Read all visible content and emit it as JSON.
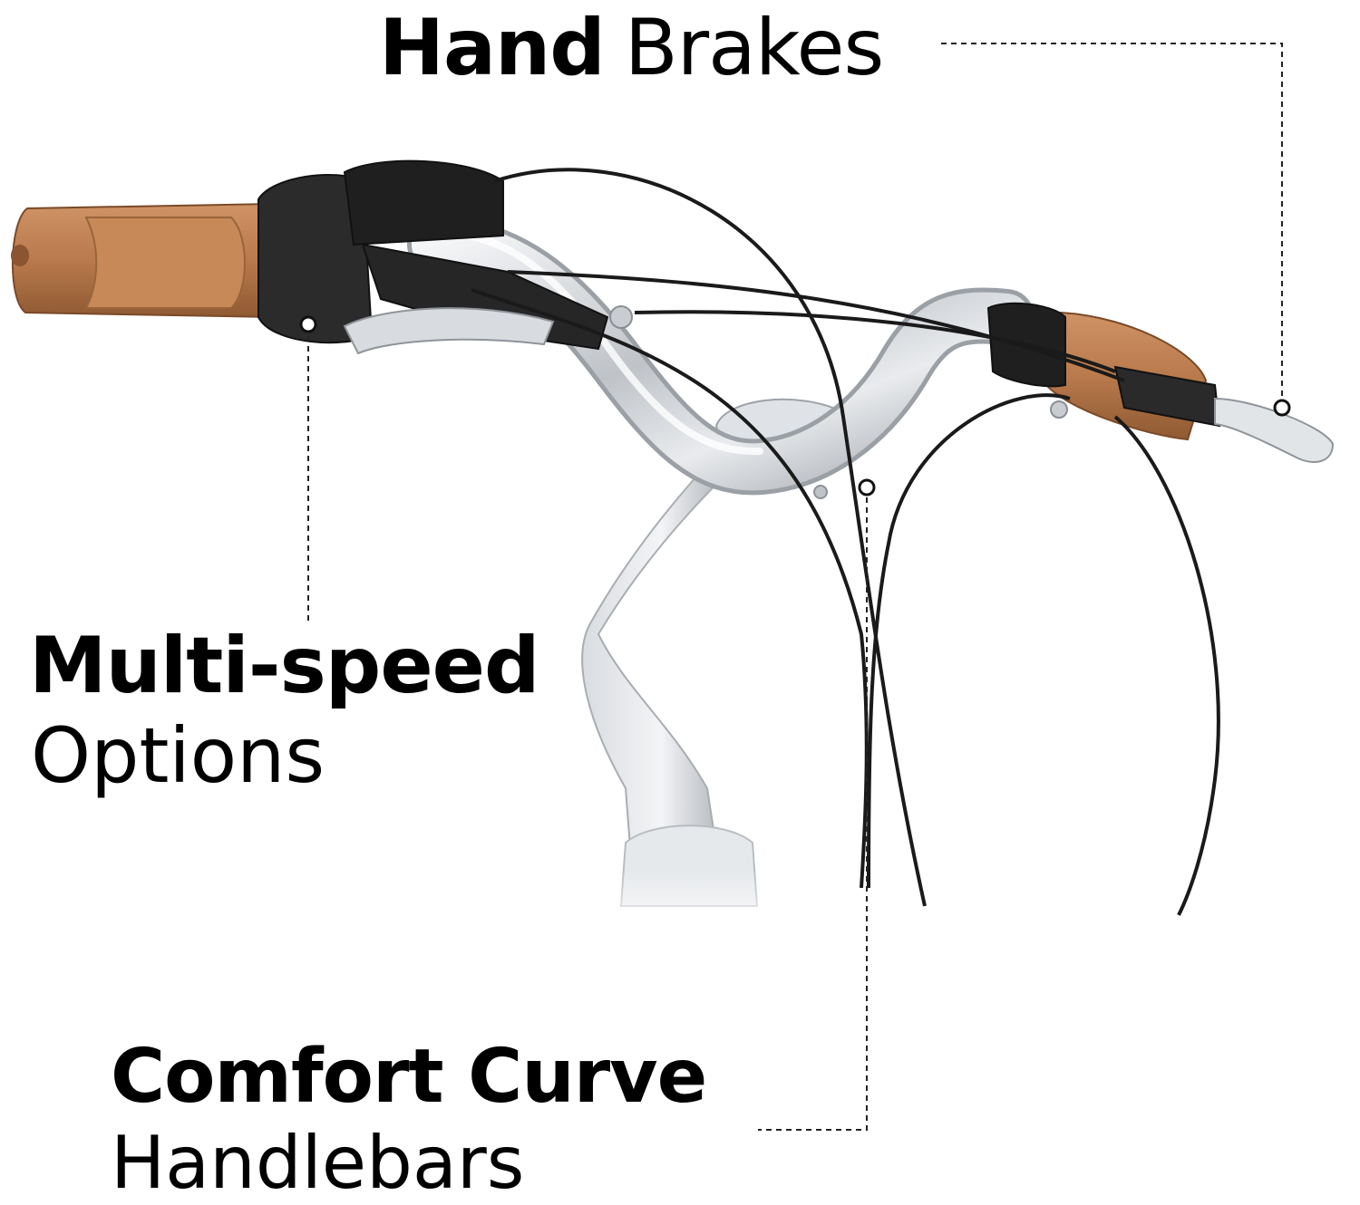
{
  "callouts": {
    "hand_brakes": {
      "bold": "Hand",
      "light": "Brakes"
    },
    "multi_speed": {
      "bold": "Multi-speed",
      "light": "Options"
    },
    "comfort_curve": {
      "bold": "Comfort Curve",
      "light": "Handlebars"
    }
  },
  "colors": {
    "background": "#ffffff",
    "text": "#000000",
    "grip": "#b97a4c",
    "shifter": "#2a2a2a",
    "chrome": "#c9ccd0",
    "cable": "#1a1a1a"
  }
}
